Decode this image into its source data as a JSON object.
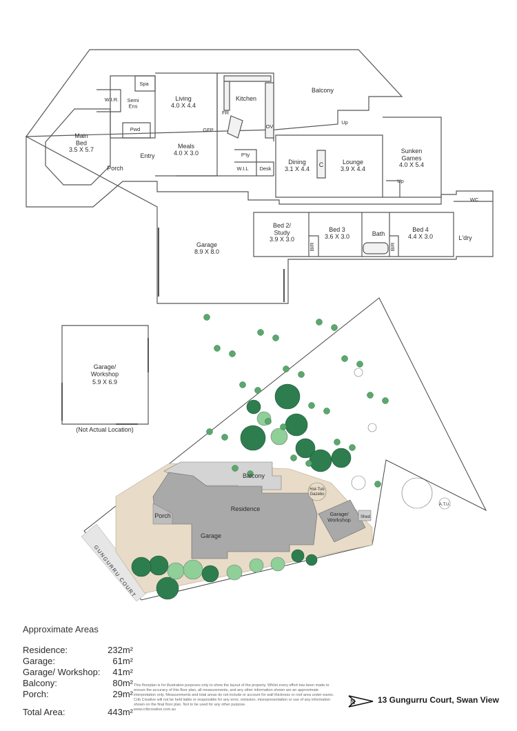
{
  "floor_plan": {
    "rooms": [
      {
        "name": "Main\nBed",
        "size": "3.5 X 5.7"
      },
      {
        "name": "W.I.R.",
        "size": ""
      },
      {
        "name": "Semi\nEns",
        "size": ""
      },
      {
        "name": "Spa",
        "size": ""
      },
      {
        "name": "Pwd",
        "size": ""
      },
      {
        "name": "Living",
        "size": "4.0 X 4.4"
      },
      {
        "name": "Kitchen",
        "size": ""
      },
      {
        "name": "Meals",
        "size": "4.0 X 3.0"
      },
      {
        "name": "Balcony",
        "size": ""
      },
      {
        "name": "Dining",
        "size": "3.1 X 4.4"
      },
      {
        "name": "Lounge",
        "size": "3.9 X 4.4"
      },
      {
        "name": "Sunken\nGames",
        "size": "4.0 X 5.4"
      },
      {
        "name": "Garage",
        "size": "8.9 X 8.0"
      },
      {
        "name": "Bed 2/\nStudy",
        "size": "3.9 X 3.0"
      },
      {
        "name": "Bed 3",
        "size": "3.6 X 3.0"
      },
      {
        "name": "Bath",
        "size": ""
      },
      {
        "name": "Bed 4",
        "size": "4.4 X 3.0"
      },
      {
        "name": "L'dry",
        "size": ""
      }
    ],
    "small_labels": {
      "porch": "Porch",
      "entry": "Entry",
      "gfp": "GFP",
      "fr": "FR",
      "pty": "P'ty",
      "wil": "W.I.L",
      "desk": "Desk",
      "ov": "OV",
      "c": "C",
      "up1": "Up",
      "up2": "Up",
      "bir1": "BIR",
      "bir2": "BIR",
      "wc": "WC"
    },
    "workshop": {
      "name": "Garage/\nWorkshop",
      "size": "5.9 X 6.9",
      "note": "(Not Actual Location)"
    }
  },
  "site_plan": {
    "labels": {
      "balcony": "Balcony",
      "residence": "Residence",
      "porch": "Porch",
      "garage": "Garage",
      "workshop": "Garage/\nWorkshop",
      "shed": "Shed",
      "gazebo": "Hot-Tub\nGazebo",
      "atu": "A.T.U.",
      "street": "GUNGURRU COURT"
    },
    "colors": {
      "building": "#a9a9a9",
      "balcony": "#d4d4d4",
      "driveway": "#e8dcc8",
      "tree_dark": "#2e7d4f",
      "tree_light": "#8fcf98",
      "road": "#d6d6d6"
    }
  },
  "areas": {
    "title": "Approximate Areas",
    "rows": [
      {
        "name": "Residence:",
        "value": "232m²"
      },
      {
        "name": "Garage:",
        "value": "61m²"
      },
      {
        "name": "Garage/ Workshop:",
        "value": "41m²"
      },
      {
        "name": "Balcony:",
        "value": "80m²"
      },
      {
        "name": "Porch:",
        "value": "29m²"
      }
    ],
    "total": {
      "name": "Total Area:",
      "value": "443m²"
    },
    "disclaimer": "This floorplan is for illustration purposes only to show the layout of the property. Whilst every effort has been made to ensure the accuracy of this floor plan, all measurements, and any other information shown are an approximate interpretation only. Measurements and total areas do not include or account for wall thickness or roof area under eaves. Crib Creative will not be held liable or responsible for any error, omission, misrepresentation or use of any information shown on the final floor plan. Not to be used for any other purpose.",
    "url": "www.cribcreative.com.au"
  },
  "footer": {
    "address": "13 Gungurru Court, Swan View",
    "compass_letter": "N"
  }
}
